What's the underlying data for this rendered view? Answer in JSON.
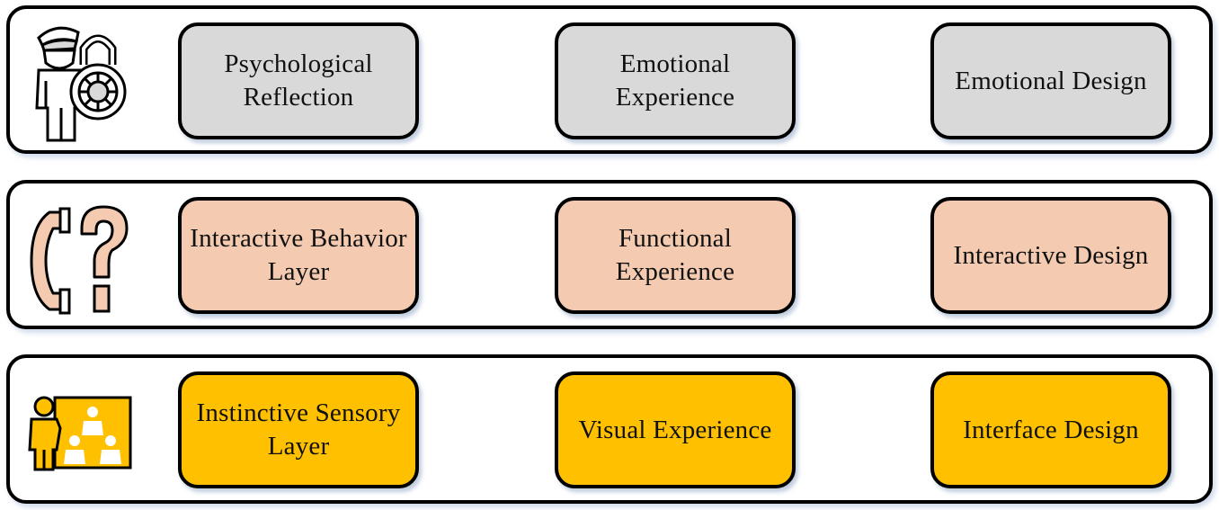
{
  "colors": {
    "emotional": "#d9d9d9",
    "interactive": "#f4cbb0",
    "visual": "#ffc000"
  },
  "rows": [
    {
      "icon": "security-guard-with-lock-icon",
      "boxes": [
        "Psychological Reflection",
        "Emotional Experience",
        "Emotional Design"
      ]
    },
    {
      "icon": "phone-question-icon",
      "boxes": [
        "Interactive Behavior Layer",
        "Functional Experience",
        "Interactive Design"
      ]
    },
    {
      "icon": "presenter-audience-icon",
      "boxes": [
        "Instinctive Sensory Layer",
        "Visual Experience",
        "Interface Design"
      ]
    }
  ]
}
